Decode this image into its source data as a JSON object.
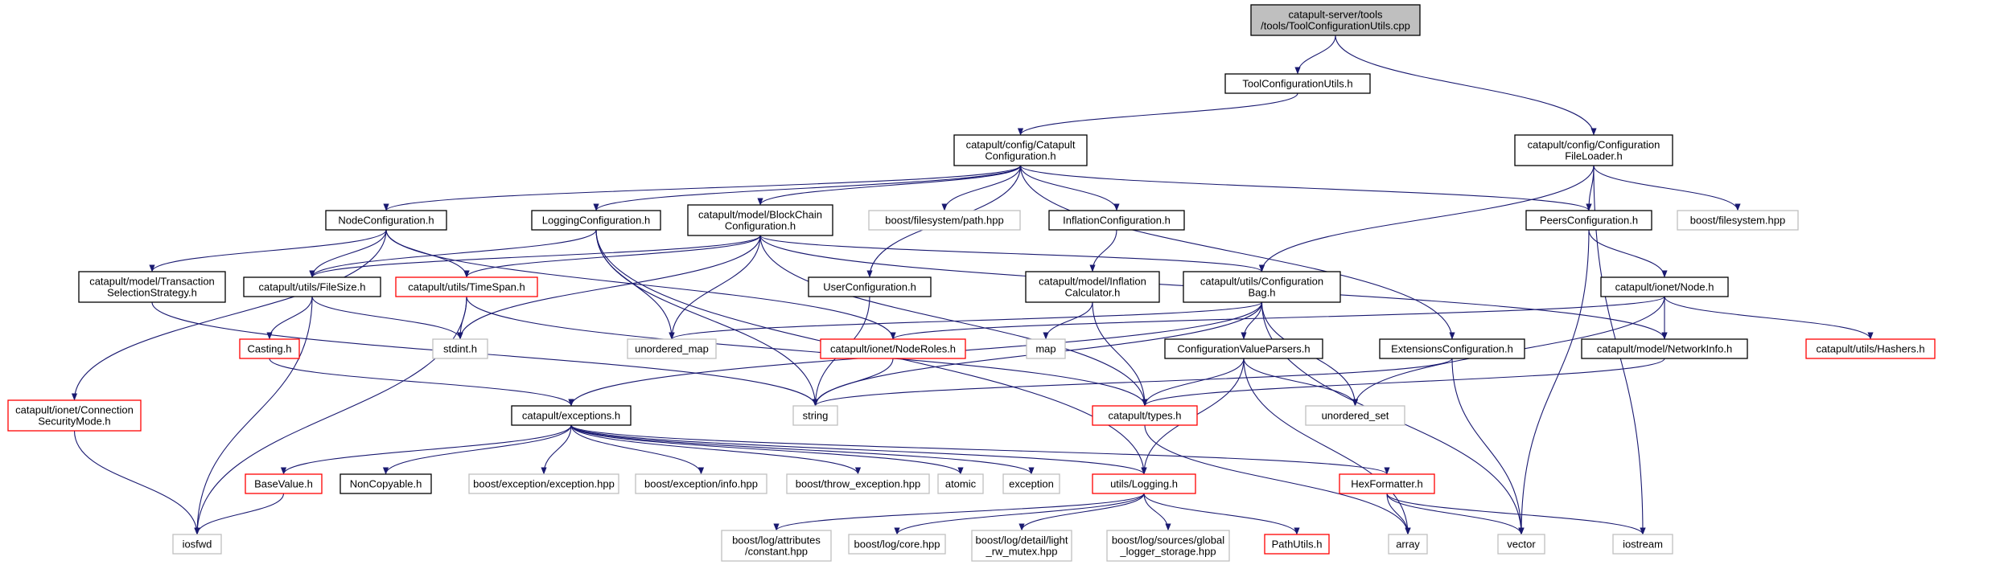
{
  "colors": {
    "edge": "#191970",
    "root_fill": "#bfbfbf",
    "border_black": "#000000",
    "border_red": "#ff0000",
    "border_gray": "#bfbfbf"
  },
  "nodes": {
    "root": {
      "lines": [
        "catapult-server/tools",
        "/tools/ToolConfigurationUtils.cpp"
      ],
      "style": "root"
    },
    "toolcfg": {
      "lines": [
        "ToolConfigurationUtils.h"
      ],
      "style": "black"
    },
    "catcfg": {
      "lines": [
        "catapult/config/Catapult",
        "Configuration.h"
      ],
      "style": "black"
    },
    "cfgloader": {
      "lines": [
        "catapult/config/Configuration",
        "FileLoader.h"
      ],
      "style": "black"
    },
    "nodecfg": {
      "lines": [
        "NodeConfiguration.h"
      ],
      "style": "black"
    },
    "logcfg": {
      "lines": [
        "LoggingConfiguration.h"
      ],
      "style": "black"
    },
    "bccfg": {
      "lines": [
        "catapult/model/BlockChain",
        "Configuration.h"
      ],
      "style": "black"
    },
    "fspath": {
      "lines": [
        "boost/filesystem/path.hpp"
      ],
      "style": "gray"
    },
    "inflcfg": {
      "lines": [
        "InflationConfiguration.h"
      ],
      "style": "black"
    },
    "peerscfg": {
      "lines": [
        "PeersConfiguration.h"
      ],
      "style": "black"
    },
    "fshpp": {
      "lines": [
        "boost/filesystem.hpp"
      ],
      "style": "gray"
    },
    "txsel": {
      "lines": [
        "catapult/model/Transaction",
        "SelectionStrategy.h"
      ],
      "style": "black"
    },
    "filesize": {
      "lines": [
        "catapult/utils/FileSize.h"
      ],
      "style": "black"
    },
    "timespan": {
      "lines": [
        "catapult/utils/TimeSpan.h"
      ],
      "style": "red"
    },
    "usercfg": {
      "lines": [
        "UserConfiguration.h"
      ],
      "style": "black"
    },
    "inflcalc": {
      "lines": [
        "catapult/model/Inflation",
        "Calculator.h"
      ],
      "style": "black"
    },
    "cfgbag": {
      "lines": [
        "catapult/utils/Configuration",
        "Bag.h"
      ],
      "style": "black"
    },
    "ionetnode": {
      "lines": [
        "catapult/ionet/Node.h"
      ],
      "style": "black"
    },
    "casting": {
      "lines": [
        "Casting.h"
      ],
      "style": "red"
    },
    "stdint": {
      "lines": [
        "stdint.h"
      ],
      "style": "gray"
    },
    "umap": {
      "lines": [
        "unordered_map"
      ],
      "style": "gray"
    },
    "noderoles": {
      "lines": [
        "catapult/ionet/NodeRoles.h"
      ],
      "style": "red"
    },
    "map": {
      "lines": [
        "map"
      ],
      "style": "gray"
    },
    "cvparsers": {
      "lines": [
        "ConfigurationValueParsers.h"
      ],
      "style": "black"
    },
    "extcfg": {
      "lines": [
        "ExtensionsConfiguration.h"
      ],
      "style": "black"
    },
    "netinfo": {
      "lines": [
        "catapult/model/NetworkInfo.h"
      ],
      "style": "black"
    },
    "hashers": {
      "lines": [
        "catapult/utils/Hashers.h"
      ],
      "style": "red"
    },
    "connsec": {
      "lines": [
        "catapult/ionet/Connection",
        "SecurityMode.h"
      ],
      "style": "red"
    },
    "exceptions": {
      "lines": [
        "catapult/exceptions.h"
      ],
      "style": "black"
    },
    "string": {
      "lines": [
        "string"
      ],
      "style": "gray"
    },
    "types": {
      "lines": [
        "catapult/types.h"
      ],
      "style": "red"
    },
    "uset": {
      "lines": [
        "unordered_set"
      ],
      "style": "gray"
    },
    "basevalue": {
      "lines": [
        "BaseValue.h"
      ],
      "style": "red"
    },
    "noncopyable": {
      "lines": [
        "NonCopyable.h"
      ],
      "style": "black"
    },
    "bexc": {
      "lines": [
        "boost/exception/exception.hpp"
      ],
      "style": "gray"
    },
    "binfo": {
      "lines": [
        "boost/exception/info.hpp"
      ],
      "style": "gray"
    },
    "bthrow": {
      "lines": [
        "boost/throw_exception.hpp"
      ],
      "style": "gray"
    },
    "atomic": {
      "lines": [
        "atomic"
      ],
      "style": "gray"
    },
    "exception": {
      "lines": [
        "exception"
      ],
      "style": "gray"
    },
    "logging": {
      "lines": [
        "utils/Logging.h"
      ],
      "style": "red"
    },
    "hexfmt": {
      "lines": [
        "HexFormatter.h"
      ],
      "style": "red"
    },
    "iosfwd": {
      "lines": [
        "iosfwd"
      ],
      "style": "gray"
    },
    "battr": {
      "lines": [
        "boost/log/attributes",
        "/constant.hpp"
      ],
      "style": "gray"
    },
    "bcore": {
      "lines": [
        "boost/log/core.hpp"
      ],
      "style": "gray"
    },
    "blight": {
      "lines": [
        "boost/log/detail/light",
        "_rw_mutex.hpp"
      ],
      "style": "gray"
    },
    "bglobal": {
      "lines": [
        "boost/log/sources/global",
        "_logger_storage.hpp"
      ],
      "style": "gray"
    },
    "pathutils": {
      "lines": [
        "PathUtils.h"
      ],
      "style": "red"
    },
    "array": {
      "lines": [
        "array"
      ],
      "style": "gray"
    },
    "vector": {
      "lines": [
        "vector"
      ],
      "style": "gray"
    },
    "iostream": {
      "lines": [
        "iostream"
      ],
      "style": "gray"
    }
  },
  "edges": [
    [
      "root",
      "toolcfg"
    ],
    [
      "root",
      "cfgloader"
    ],
    [
      "toolcfg",
      "catcfg"
    ],
    [
      "catcfg",
      "nodecfg"
    ],
    [
      "catcfg",
      "logcfg"
    ],
    [
      "catcfg",
      "bccfg"
    ],
    [
      "catcfg",
      "fspath"
    ],
    [
      "catcfg",
      "inflcfg"
    ],
    [
      "catcfg",
      "usercfg"
    ],
    [
      "catcfg",
      "extcfg"
    ],
    [
      "catcfg",
      "peerscfg"
    ],
    [
      "cfgloader",
      "peerscfg"
    ],
    [
      "cfgloader",
      "fshpp"
    ],
    [
      "cfgloader",
      "cfgbag"
    ],
    [
      "cfgloader",
      "iostream"
    ],
    [
      "nodecfg",
      "txsel"
    ],
    [
      "nodecfg",
      "filesize"
    ],
    [
      "nodecfg",
      "timespan"
    ],
    [
      "nodecfg",
      "noderoles"
    ],
    [
      "nodecfg",
      "connsec"
    ],
    [
      "logcfg",
      "filesize"
    ],
    [
      "logcfg",
      "umap"
    ],
    [
      "logcfg",
      "string"
    ],
    [
      "logcfg",
      "logging"
    ],
    [
      "bccfg",
      "filesize"
    ],
    [
      "bccfg",
      "timespan"
    ],
    [
      "bccfg",
      "cfgbag"
    ],
    [
      "bccfg",
      "stdint"
    ],
    [
      "bccfg",
      "umap"
    ],
    [
      "bccfg",
      "types"
    ],
    [
      "bccfg",
      "netinfo"
    ],
    [
      "inflcfg",
      "inflcalc"
    ],
    [
      "peerscfg",
      "ionetnode"
    ],
    [
      "peerscfg",
      "vector"
    ],
    [
      "txsel",
      "string"
    ],
    [
      "filesize",
      "casting"
    ],
    [
      "filesize",
      "stdint"
    ],
    [
      "filesize",
      "iosfwd"
    ],
    [
      "timespan",
      "stdint"
    ],
    [
      "timespan",
      "iosfwd"
    ],
    [
      "timespan",
      "types"
    ],
    [
      "usercfg",
      "string"
    ],
    [
      "inflcalc",
      "map"
    ],
    [
      "inflcalc",
      "types"
    ],
    [
      "cfgbag",
      "cvparsers"
    ],
    [
      "cfgbag",
      "exceptions"
    ],
    [
      "cfgbag",
      "string"
    ],
    [
      "cfgbag",
      "umap"
    ],
    [
      "cfgbag",
      "uset"
    ],
    [
      "cfgbag",
      "vector"
    ],
    [
      "ionetnode",
      "noderoles"
    ],
    [
      "ionetnode",
      "netinfo"
    ],
    [
      "ionetnode",
      "hashers"
    ],
    [
      "ionetnode",
      "uset"
    ],
    [
      "casting",
      "exceptions"
    ],
    [
      "noderoles",
      "string"
    ],
    [
      "cvparsers",
      "types"
    ],
    [
      "cvparsers",
      "logging"
    ],
    [
      "cvparsers",
      "uset"
    ],
    [
      "cvparsers",
      "array"
    ],
    [
      "extcfg",
      "string"
    ],
    [
      "extcfg",
      "vector"
    ],
    [
      "netinfo",
      "types"
    ],
    [
      "connsec",
      "iosfwd"
    ],
    [
      "exceptions",
      "basevalue"
    ],
    [
      "exceptions",
      "noncopyable"
    ],
    [
      "exceptions",
      "bexc"
    ],
    [
      "exceptions",
      "binfo"
    ],
    [
      "exceptions",
      "bthrow"
    ],
    [
      "exceptions",
      "atomic"
    ],
    [
      "exceptions",
      "exception"
    ],
    [
      "exceptions",
      "logging"
    ],
    [
      "exceptions",
      "hexfmt"
    ],
    [
      "types",
      "array"
    ],
    [
      "basevalue",
      "iosfwd"
    ],
    [
      "logging",
      "battr"
    ],
    [
      "logging",
      "bcore"
    ],
    [
      "logging",
      "blight"
    ],
    [
      "logging",
      "bglobal"
    ],
    [
      "logging",
      "pathutils"
    ],
    [
      "hexfmt",
      "array"
    ],
    [
      "hexfmt",
      "vector"
    ],
    [
      "hexfmt",
      "iostream"
    ]
  ]
}
